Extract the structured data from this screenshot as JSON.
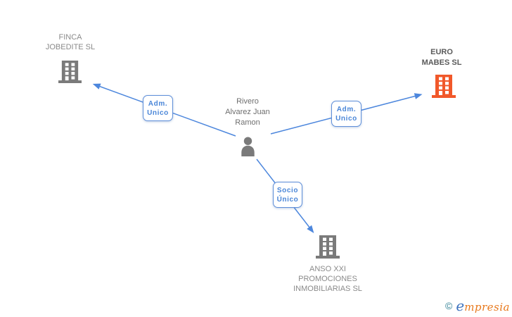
{
  "colors": {
    "edge_blue": "#4d87dd",
    "label_text_blue": "#4a86d8",
    "label_border_blue": "#5f8fd9",
    "company_gray": "#8a8a8a",
    "company_highlight_gray": "#5a5a5a",
    "person_gray": "#6e6e6e",
    "icon_gray": "#7a7a7a",
    "icon_orange": "#f1582a"
  },
  "nodes": {
    "person": {
      "line1": "Rivero",
      "line2": "Alvarez Juan",
      "line3": "Ramon"
    },
    "finca": {
      "line1": "FINCA",
      "line2": "JOBEDITE SL"
    },
    "euro": {
      "line1": "EURO",
      "line2": "MABES SL"
    },
    "anso": {
      "line1": "ANSO XXI",
      "line2": "PROMOCIONES",
      "line3": "INMOBILIARIAS SL"
    }
  },
  "edge_labels": {
    "adm_left": {
      "line1": "Adm.",
      "line2": "Unico"
    },
    "adm_right": {
      "line1": "Adm.",
      "line2": "Unico"
    },
    "socio": {
      "line1": "Socio",
      "line2": "Único"
    }
  },
  "watermark": {
    "copyright": "©",
    "brand_first": "e",
    "brand_rest": "mpresia"
  }
}
